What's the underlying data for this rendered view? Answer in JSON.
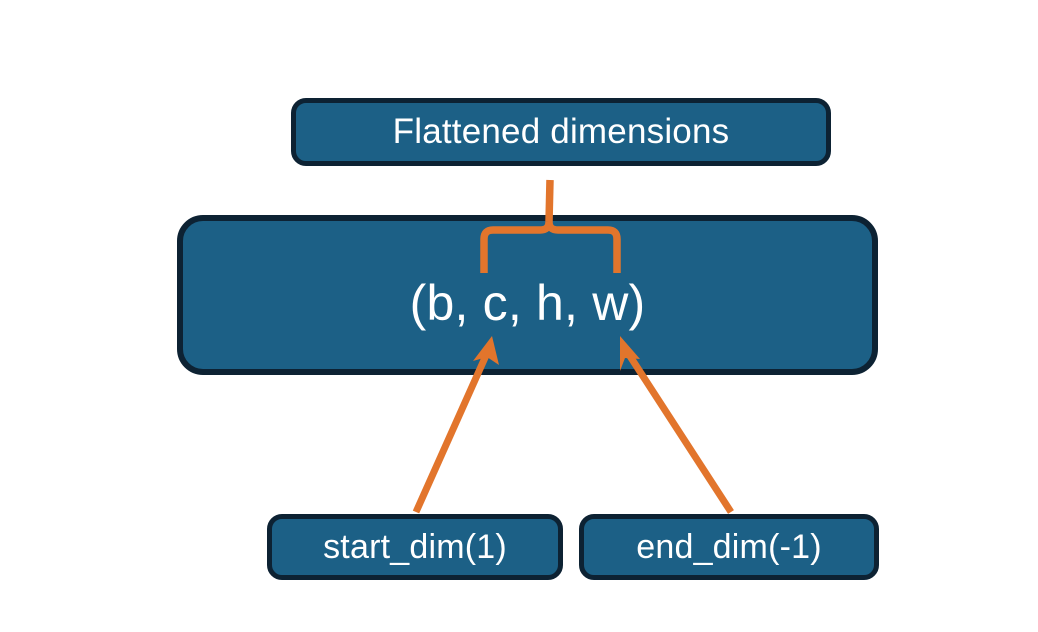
{
  "diagram": {
    "title_text": "Flattened dimensions",
    "background_color": "#ffffff",
    "node_fill_color": "#1c6086",
    "node_border_color": "#0d2233",
    "node_text_color": "#ffffff",
    "connector_color": "#e2752c",
    "nodes": {
      "flattened": {
        "label": "Flattened dimensions"
      },
      "shape": {
        "label": "(b, c, h, w)"
      },
      "start_dim": {
        "label": "start_dim(1)"
      },
      "end_dim": {
        "label": "end_dim(-1)"
      }
    },
    "connectors": {
      "brace": {
        "name": "curly-brace-spanning-c-to-w",
        "from": "shape-dims",
        "to": "flattened"
      },
      "start_arrow": {
        "name": "arrow-start-dim-to-c",
        "from": "start_dim",
        "to": "shape"
      },
      "end_arrow": {
        "name": "arrow-end-dim-to-w",
        "from": "end_dim",
        "to": "shape"
      }
    }
  }
}
